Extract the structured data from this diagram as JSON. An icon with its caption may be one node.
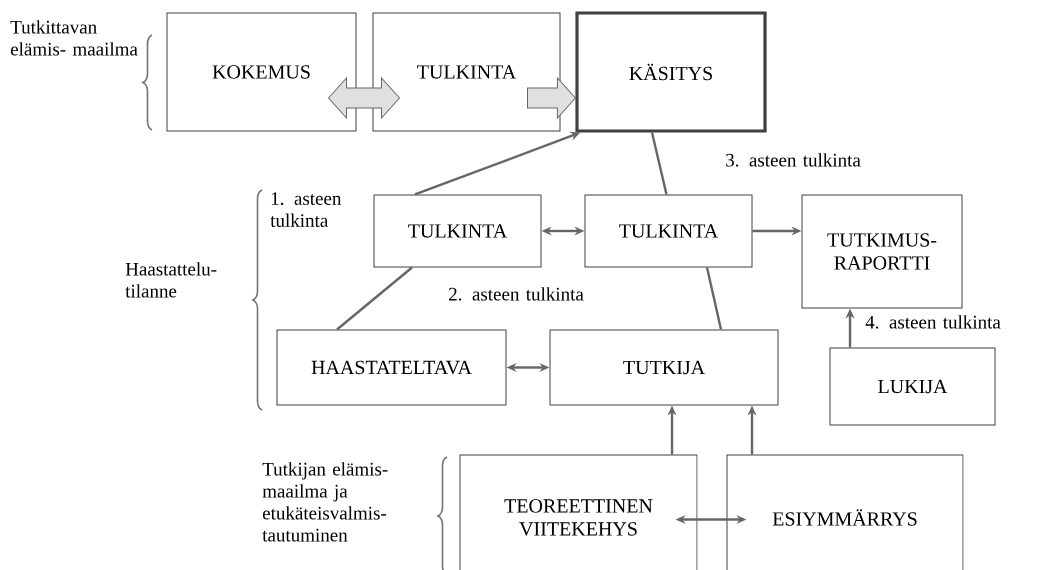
{
  "diagram": {
    "nodes": [
      {
        "text": [
          "KOKEMUS"
        ]
      },
      {
        "text": [
          "TULKINTA"
        ]
      },
      {
        "text": [
          "KÄSITYS"
        ]
      },
      {
        "text": [
          "TULKINTA"
        ]
      },
      {
        "text": [
          "TULKINTA"
        ]
      },
      {
        "text": [
          "TUTKIMUS- RAPORTTI"
        ]
      },
      {
        "text": [
          "HAASTATELTAVA"
        ]
      },
      {
        "text": [
          "TUTKIJA"
        ]
      },
      {
        "text": [
          "LUKIJA"
        ]
      },
      {
        "text": [
          "TEOREETTINEN VIITEKEHYS"
        ]
      },
      {
        "text": [
          "ESIYMMÄRRYS"
        ]
      }
    ],
    "edges": [
      {
        "from": 0,
        "to": 1,
        "arrow": "both",
        "style": "thick"
      },
      {
        "from": 1,
        "to": 2,
        "arrow": "to",
        "style": "thick"
      },
      {
        "from": 3,
        "to": 2,
        "arrow": "to"
      },
      {
        "from": 2,
        "to": 4,
        "arrow": "none"
      },
      {
        "from": 3,
        "to": 4,
        "arrow": "both"
      },
      {
        "from": 4,
        "to": 5,
        "arrow": "to"
      },
      {
        "from": 6,
        "to": 3,
        "arrow": "none"
      },
      {
        "from": 7,
        "to": 4,
        "arrow": "none"
      },
      {
        "from": 6,
        "to": 7,
        "arrow": "both"
      },
      {
        "from": 8,
        "to": 5,
        "arrow": "to"
      },
      {
        "from": 9,
        "to": 7,
        "arrow": "to"
      },
      {
        "from": 10,
        "to": 7,
        "arrow": "to"
      },
      {
        "from": 9,
        "to": 10,
        "arrow": "both"
      }
    ],
    "labels": [
      "Tutkittavan elämis- maailma",
      "3. asteen tulkinta",
      "1. asteen tulkinta",
      "Haastattelu- tilanne",
      "2. asteen tulkinta",
      "4. asteen tulkinta",
      "Tutkijan elämis- maailma ja etukäteisvalmis- tautuminen"
    ]
  }
}
